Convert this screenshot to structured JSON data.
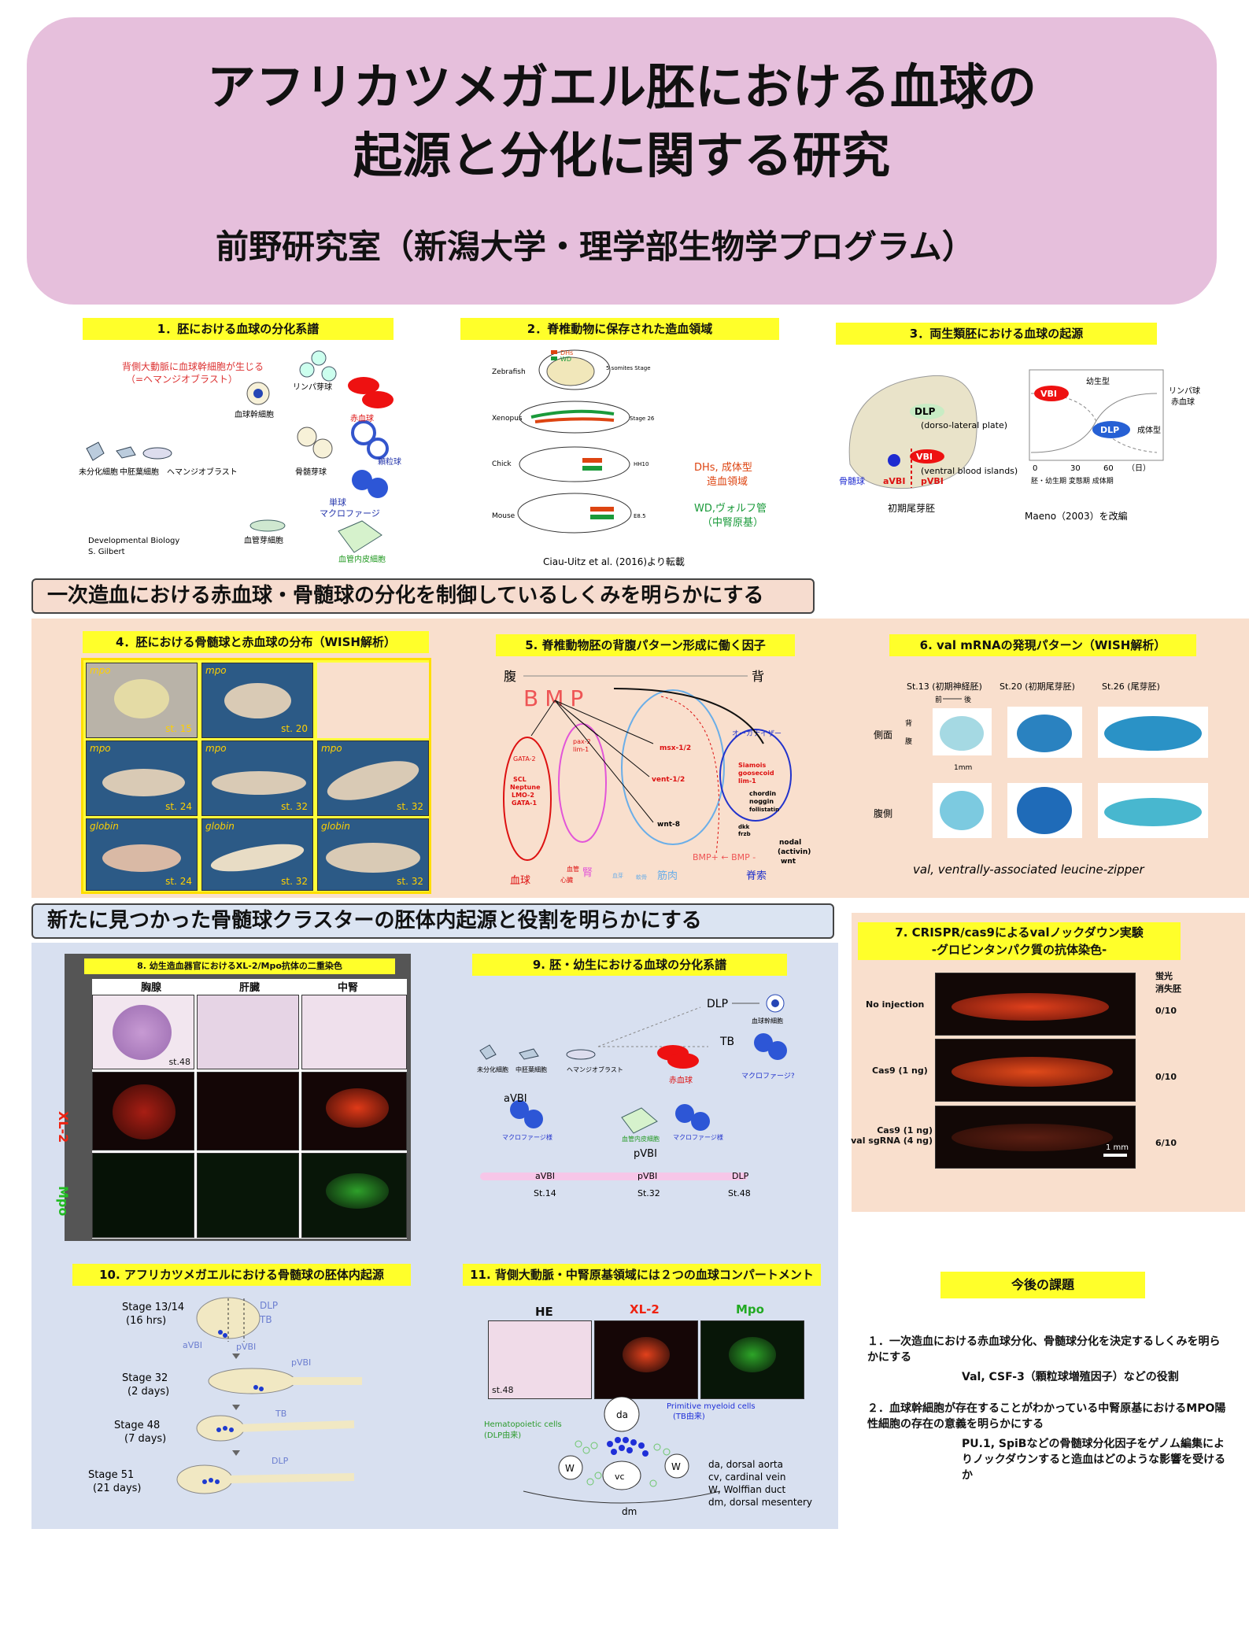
{
  "header": {
    "title_line1": "アフリカツメガエル胚における血球の",
    "title_line2": "起源と分化に関する研究",
    "lab": "前野研究室（新潟大学・理学部生物学プログラム）",
    "bg_color": "#e6bfdc"
  },
  "s1": {
    "label": "1．胚における血球の分化系譜",
    "note": "背側大動脈に血球幹細胞が生じる（=ヘマンジオブラスト）",
    "cells": [
      "未分化細胞",
      "中胚葉細胞",
      "ヘマンジオブラスト",
      "血球幹細胞",
      "リンパ芽球",
      "赤血球",
      "顆粒球",
      "骨髄芽球",
      "単球",
      "マクロファージ",
      "血管芽細胞",
      "血管内皮細胞"
    ],
    "credit1": "Developmental Biology",
    "credit2": "S. Gilbert"
  },
  "s2": {
    "label": "2．脊椎動物に保存された造血領域",
    "species": [
      "Zebrafish",
      "Xenopus",
      "Chick",
      "Mouse"
    ],
    "stages": [
      "5 somites Stage",
      "Stage 26",
      "HH10",
      "E8.5"
    ],
    "legend": [
      "DHs",
      "WD"
    ],
    "note1a": "DHs, 成体型",
    "note1b": "造血領域",
    "note2a": "WD,ヴォルフ管",
    "note2b": "（中腎原基）",
    "credit": "Ciau-Uitz et al. (2016)より転載"
  },
  "s3": {
    "label": "3．両生類胚における血球の起源",
    "dlp": "DLP",
    "dlp_desc": "(dorso-lateral plate)",
    "vbi": "VBI",
    "vbi_desc": "(ventral blood islands)",
    "bm": "骨髄球",
    "avbi": "aVBI",
    "pvbi": "pVBI",
    "caption": "初期尾芽胚",
    "graph_larval": "幼生型",
    "graph_adult": "成体型",
    "graph_lymph": "リンパ球",
    "graph_rbc": "赤血球",
    "ticks": [
      "0",
      "30",
      "60",
      "（日）"
    ],
    "phases": "胚・幼生期  変態期  成体期",
    "credit": "Maeno（2003）を改編"
  },
  "band1": "一次造血における赤血球・骨髄球の分化を制御しているしくみを明らかにする",
  "s4": {
    "label": "4．胚における骨髄球と赤血球の分布（WISH解析）",
    "cells": [
      {
        "gene": "mpo",
        "stage": "st. 15"
      },
      {
        "gene": "mpo",
        "stage": "st. 20"
      },
      {
        "gene": "mpo",
        "stage": "st. 24"
      },
      {
        "gene": "mpo",
        "stage": "st. 32"
      },
      {
        "gene": "mpo",
        "stage": "st. 32"
      },
      {
        "gene": "globin",
        "stage": "st. 24"
      },
      {
        "gene": "globin",
        "stage": "st. 32"
      },
      {
        "gene": "globin",
        "stage": "st. 32"
      }
    ]
  },
  "s5": {
    "label": "5. 脊椎動物胚の背腹パターン形成に働く因子",
    "ventral": "腹",
    "dorsal": "背",
    "bmp": "BMP",
    "organizer": "オーガナイザー",
    "gata": "GATA-2",
    "blood_genes": "SCL\nNeptune\nLMO-2\nGATA-1",
    "pax": "pax-2\nlim-1",
    "msx": "msx-1/2",
    "vent": "vent-1/2",
    "wnt8": "wnt-8",
    "org_red": "Siamois\ngoosecoid\nlim-1",
    "org_black": "chordin\nnoggin\nfollistatin",
    "dkk": "dkk\nfrzb",
    "nodal": "nodal\n(activin)\nwnt",
    "bmp_grad": "BMP+ ← BMP -",
    "out_blood": "血球",
    "out_vessel": "血管\n心臓",
    "out_kidney": "腎",
    "out_body": "血芽",
    "out_cart": "軟骨",
    "out_muscle": "筋肉",
    "out_noto": "脊索"
  },
  "s6": {
    "label": "6. val mRNAの発現パターン（WISH解析）",
    "stages": [
      "St.13 (初期神経胚)",
      "St.20 (初期尾芽胚)",
      "St.26 (尾芽胚)"
    ],
    "ant": "前",
    "post": "後",
    "dors": "背",
    "vent": "腹",
    "row1": "側面",
    "row2": "腹側",
    "scale": "1mm",
    "caption": "val, ventrally-associated leucine-zipper"
  },
  "band2": "新たに見つかった骨髄球クラスターの胚体内起源と役割を明らかにする",
  "s7": {
    "label1": "7. CRISPR/cas9によるvalノックダウン実験",
    "label2": "-グロビンタンパク質の抗体染色-",
    "col": "蛍光\n消失胚",
    "rows": [
      {
        "name": "No injection",
        "count": "0/10"
      },
      {
        "name": "Cas9 (1 ng)",
        "count": "0/10"
      },
      {
        "name": "Cas9 (1 ng)\nval sgRNA (4 ng)",
        "count": "6/10"
      }
    ],
    "scale": "1 mm"
  },
  "s8": {
    "label": "8. 幼生造血器官におけるXL-2/Mpo抗体の二重染色",
    "cols": [
      "胸腺",
      "肝臓",
      "中腎"
    ],
    "rows": [
      "XL-2",
      "Mpo"
    ],
    "stage": "st.48"
  },
  "s9": {
    "label": "9. 胚・幼生における血球の分化系譜",
    "dlp": "DLP",
    "tb": "TB",
    "cells": [
      "未分化細胞",
      "中胚葉細胞",
      "ヘマンジオブラスト",
      "血球幹細胞",
      "赤血球",
      "マクロファージ?",
      "マクロファージ様",
      "血管内皮細胞",
      "マクロファージ様"
    ],
    "avbi": "aVBI",
    "pvbi": "pVBI",
    "timeline": [
      "aVBI",
      "pVBI",
      "DLP"
    ],
    "stages": [
      "St.14",
      "St.32",
      "St.48"
    ]
  },
  "s10": {
    "label": "10. アフリカツメガエルにおける骨髄球の胚体内起源",
    "stages": [
      {
        "name": "Stage 13/14",
        "time": "(16 hrs)"
      },
      {
        "name": "Stage 32",
        "time": "(2 days)"
      },
      {
        "name": "Stage 48",
        "time": "(7 days)"
      },
      {
        "name": "Stage 51",
        "time": "(21 days)"
      }
    ],
    "marks": [
      "DLP",
      "TB",
      "aVBI",
      "pVBI",
      "pVBI",
      "TB",
      "DLP"
    ]
  },
  "s11": {
    "label": "11. 背側大動脈・中腎原基領域には２つの血球コンパートメント",
    "cols": [
      "HE",
      "XL-2",
      "Mpo"
    ],
    "stage": "st.48",
    "hema": "Hematopoietic cells\n(DLP由来)",
    "prim": "Primitive myeloid cells\n(TB由来)",
    "da": "da",
    "vc": "vc",
    "w": "W",
    "dm": "dm",
    "legend": "da, dorsal aorta\ncv, cardinal vein\nW, Wolffian duct\ndm, dorsal mesentery"
  },
  "future": {
    "label": "今後の課題",
    "p1": "１．一次造血における赤血球分化、骨髄球分化を決定するしくみを明らかにする",
    "p1b": "Val, CSF-3（顆粒球増殖因子）などの役割",
    "p2": "２．血球幹細胞が存在することがわかっている中腎原基におけるMPO陽性細胞の存在の意義を明らかにする",
    "p2b": "PU.1, SpiBなどの骨髄球分化因子をゲノム編集によりノックダウンすると造血はどのような影響を受けるか"
  }
}
